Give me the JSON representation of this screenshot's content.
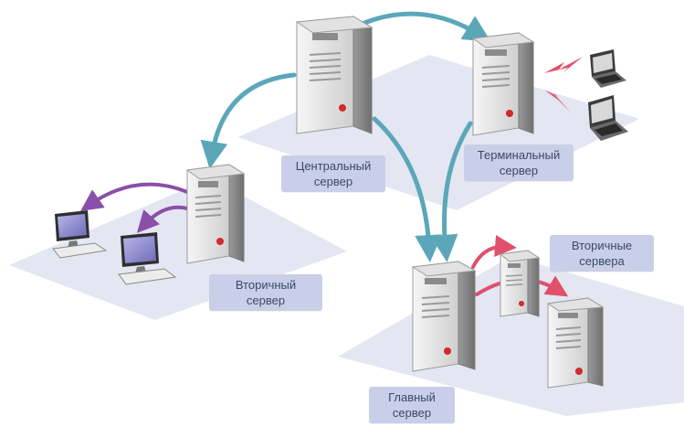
{
  "labels": {
    "central": {
      "line1": "Центральный",
      "line2": "сервер"
    },
    "terminal": {
      "line1": "Терминальный",
      "line2": "сервер"
    },
    "secondary": {
      "line1": "Вторичный",
      "line2": "сервер"
    },
    "secondaries": {
      "line1": "Вторичные",
      "line2": "сервера"
    },
    "main": {
      "line1": "Главный",
      "line2": "сервер"
    }
  },
  "colors": {
    "platform": "#e4e6f2",
    "teal_arrow": "#5ba7b9",
    "purple_arrow": "#8a4fa8",
    "red_arrow": "#e0506a",
    "label_bg": "#c9cfe8",
    "led": "#d12a2a"
  }
}
